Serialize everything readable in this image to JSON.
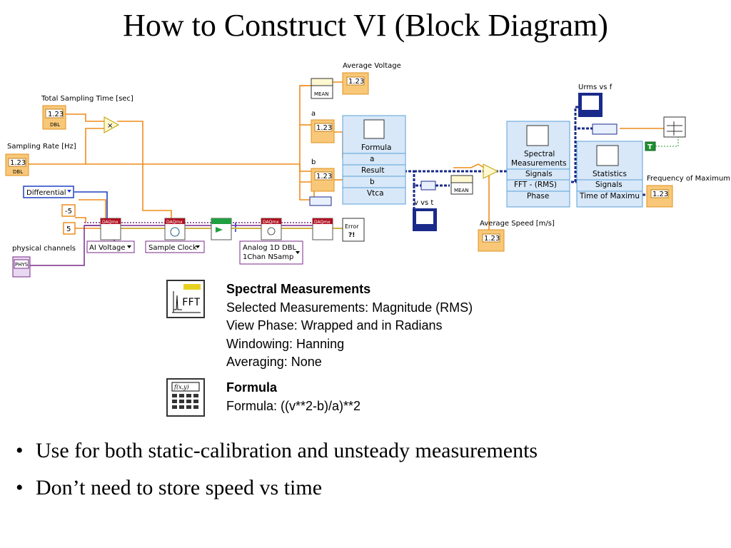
{
  "slide": {
    "title": "How to Construct VI (Block Diagram)"
  },
  "diagram": {
    "labels": {
      "total_sampling_time": "Total Sampling Time [sec]",
      "sampling_rate": "Sampling Rate [Hz]",
      "physical_channels": "physical channels",
      "average_voltage": "Average Voltage",
      "average_speed": "Average Speed [m/s]",
      "urms_vs_f": "Urms vs f",
      "v_vs_t": "v vs t",
      "freq_max": "Frequency of Maximum",
      "a": "a",
      "b": "b"
    },
    "numeric_indicator_text": "1.23",
    "dbl_tag": "DBL",
    "phys_tag": "PHYS",
    "mean_label": "MEAN",
    "differential": "Differential",
    "const_neg5": "-5",
    "const_5": "5",
    "ai_voltage": "AI Voltage",
    "sample_clock": "Sample Clock",
    "analog_1d_line1": "Analog 1D DBL",
    "analog_1d_line2": "1Chan NSamp",
    "daqmx": "DAQmx",
    "error_glyph": "Error ?!",
    "true_const": "T",
    "formula_node": {
      "title": "Formula",
      "rows": [
        "a",
        "Result",
        "b",
        "Vtca"
      ]
    },
    "spectral_node": {
      "title_line1": "Spectral",
      "title_line2": "Measurements",
      "rows": [
        "Signals",
        "FFT - (RMS)",
        "Phase"
      ]
    },
    "statistics_node": {
      "title": "Statistics",
      "rows": [
        "Signals",
        "Time of Maximu"
      ]
    }
  },
  "config": {
    "spectral": {
      "heading": "Spectral Measurements",
      "lines": [
        "Selected Measurements: Magnitude (RMS)",
        "View Phase: Wrapped and in Radians",
        "Windowing: Hanning",
        "Averaging: None"
      ],
      "icon_text": "FFT"
    },
    "formula": {
      "heading": "Formula",
      "line": "Formula: ((v**2-b)/a)**2",
      "icon_text": "f(x,y)"
    }
  },
  "bullets": [
    "Use for both static-calibration and unsteady measurements",
    "Don’t need to store speed vs time"
  ],
  "colors": {
    "orange_wire": "#f08c1c",
    "purple_wire": "#7a2a8a",
    "blue_wire": "#2040c0",
    "navy_wire": "#1a2a8a",
    "green_wire": "#209030",
    "express_blue": "#5aa0d8",
    "express_fill": "#d8e8f8",
    "dbl_fill": "#f8c878",
    "daqmx_red": "#b01020"
  }
}
